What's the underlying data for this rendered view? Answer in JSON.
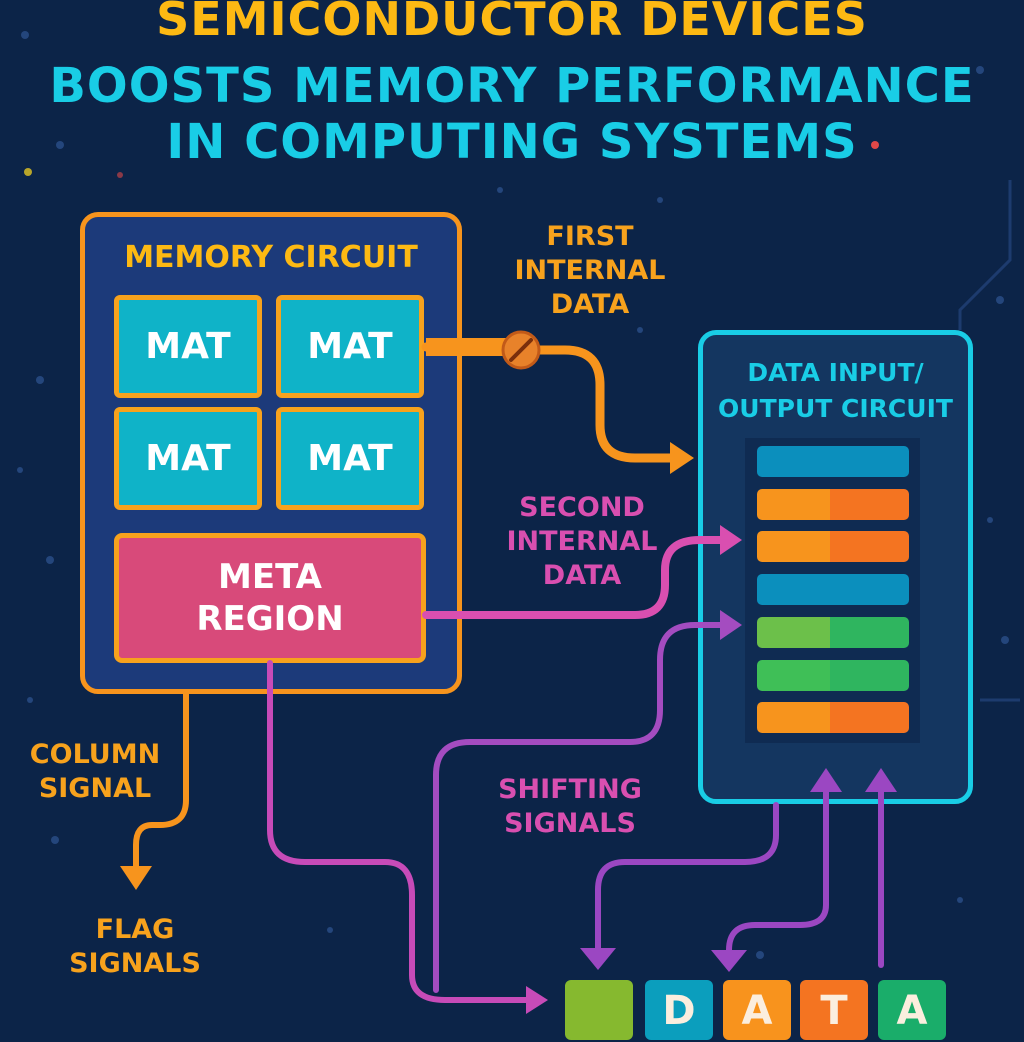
{
  "title": {
    "line1": "SEMICONDUCTOR DEVICES",
    "line2": "BOOSTS MEMORY PERFORMANCE",
    "line3": "IN COMPUTING SYSTEMS"
  },
  "memory_circuit": {
    "label": "MEMORY CIRCUIT",
    "mats": [
      "MAT",
      "MAT",
      "MAT",
      "MAT"
    ],
    "meta_line1": "META",
    "meta_line2": "REGION"
  },
  "io_circuit": {
    "label_line1": "DATA INPUT/",
    "label_line2": "OUTPUT CIRCUIT",
    "bar_colors": [
      "#0b8fbd",
      "#f7941d",
      "#f7941d",
      "#0b8fbd",
      "#6cc04a",
      "#3fbf57",
      "#f7941d"
    ]
  },
  "labels": {
    "first_internal_data": [
      "FIRST",
      "INTERNAL",
      "DATA"
    ],
    "second_internal_data": [
      "SECOND",
      "INTERNAL",
      "DATA"
    ],
    "shifting_signals": [
      "SHIFTING",
      "SIGNALS"
    ],
    "column_signal": [
      "COLUMN",
      "SIGNAL"
    ],
    "flag_signals": [
      "FLAG",
      "SIGNALS"
    ]
  },
  "data_blocks": [
    {
      "letter": "",
      "color": "#86b92f"
    },
    {
      "letter": "D",
      "color": "#0b9ebd"
    },
    {
      "letter": "A",
      "color": "#f8931d"
    },
    {
      "letter": "T",
      "color": "#f47421"
    },
    {
      "letter": "A",
      "color": "#1aad6a"
    }
  ],
  "colors": {
    "background": "#0c2448",
    "title_yellow": "#fdb913",
    "title_cyan": "#19cde6",
    "orange": "#f7941d",
    "pink": "#d94fb0"
  }
}
